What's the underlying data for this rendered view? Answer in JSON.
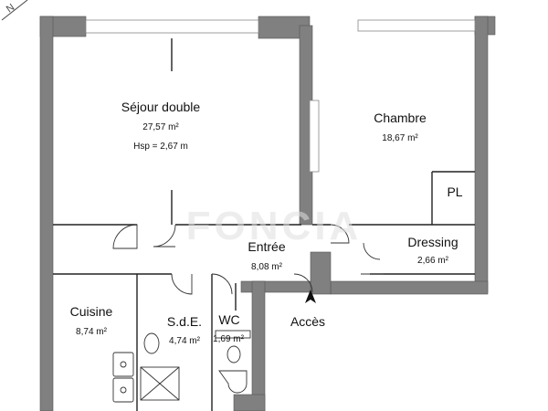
{
  "floor_plan": {
    "rooms": [
      {
        "id": "sejour",
        "name": "Séjour double",
        "area": "27,57 m²",
        "height": "Hsp = 2,67 m"
      },
      {
        "id": "chambre",
        "name": "Chambre",
        "area": "18,67 m²"
      },
      {
        "id": "pl",
        "name": "PL"
      },
      {
        "id": "dressing",
        "name": "Dressing",
        "area": "2,66 m²"
      },
      {
        "id": "entree",
        "name": "Entrée",
        "area": "8,08 m²"
      },
      {
        "id": "cuisine",
        "name": "Cuisine",
        "area": "8,74 m²"
      },
      {
        "id": "sde",
        "name": "S.d.E.",
        "area": "4,74 m²"
      },
      {
        "id": "wc",
        "name": "WC",
        "area": "1,69 m²"
      }
    ],
    "access_label": "Accès",
    "watermark": "FONCIA",
    "compass_letter": "N"
  }
}
